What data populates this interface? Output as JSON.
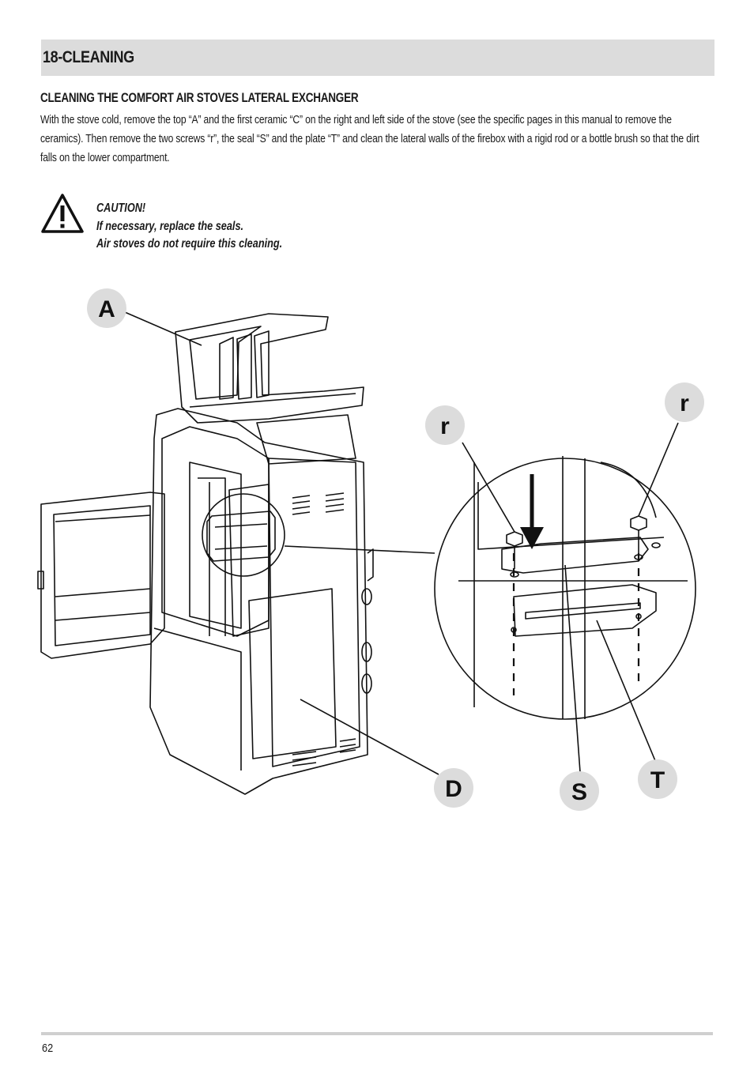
{
  "header": {
    "title": "18-CLEANING"
  },
  "section": {
    "subtitle": "CLEANING THE COMFORT AIR STOVES LATERAL EXCHANGER",
    "body": "With the stove cold, remove the top “A” and the first ceramic “C” on the right and left side of the stove (see the specific pages in this manual to remove the ceramics). Then remove the two screws “r”, the seal “S” and the plate “T” and clean the lateral walls of the firebox with a rigid rod or a bottle brush so that the dirt falls on the lower compartment."
  },
  "caution": {
    "icon": "warning-triangle-icon",
    "heading": "CAUTION!",
    "line1": "If necessary, replace the seals.",
    "line2": "Air stoves do not require this cleaning."
  },
  "figure": {
    "labels": {
      "a": "A",
      "r1": "r",
      "r2": "r",
      "d": "D",
      "s": "S",
      "t": "T"
    }
  },
  "footer": {
    "page_number": "62"
  }
}
